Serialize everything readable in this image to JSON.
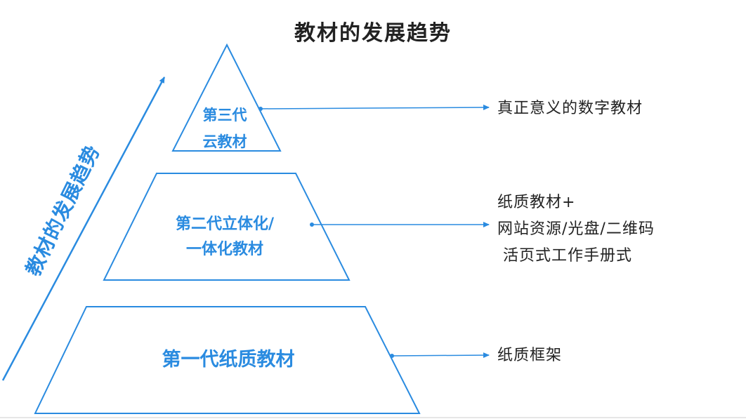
{
  "title": "教材的发展趋势",
  "side_label": "教材的发展趋势",
  "colors": {
    "accent": "#2a8be0",
    "text": "#222222"
  },
  "tiers": [
    {
      "lines": [
        "第三代",
        "云教材"
      ],
      "description": [
        "真正意义的数字教材"
      ]
    },
    {
      "lines": [
        "第二代立体化/",
        "一体化教材"
      ],
      "description": [
        "纸质教材+",
        "网站资源/光盘/二维码",
        "活页式工作手册式"
      ]
    },
    {
      "lines": [
        "第一代纸质教材"
      ],
      "description": [
        "纸质框架"
      ]
    }
  ]
}
